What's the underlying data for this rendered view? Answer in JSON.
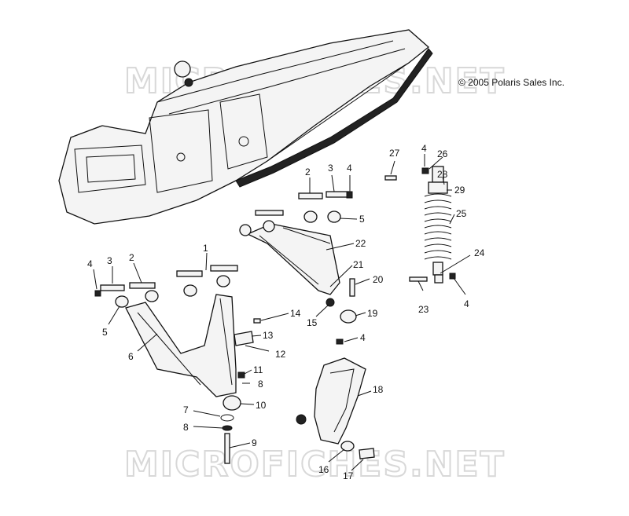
{
  "copyright": "© 2005 Polaris Sales Inc.",
  "watermark": "MICROFICHES.NET",
  "callouts": [
    {
      "id": "c27",
      "label": "27"
    },
    {
      "id": "c4a",
      "label": "4"
    },
    {
      "id": "c26",
      "label": "26"
    },
    {
      "id": "c28",
      "label": "28"
    },
    {
      "id": "c29",
      "label": "29"
    },
    {
      "id": "c25",
      "label": "25"
    },
    {
      "id": "c24",
      "label": "24"
    },
    {
      "id": "c23",
      "label": "23"
    },
    {
      "id": "c4b",
      "label": "4"
    },
    {
      "id": "c2a",
      "label": "2"
    },
    {
      "id": "c3a",
      "label": "3"
    },
    {
      "id": "c4c",
      "label": "4"
    },
    {
      "id": "c5a",
      "label": "5"
    },
    {
      "id": "c22",
      "label": "22"
    },
    {
      "id": "c21",
      "label": "21"
    },
    {
      "id": "c20",
      "label": "20"
    },
    {
      "id": "c19",
      "label": "19"
    },
    {
      "id": "c15",
      "label": "15"
    },
    {
      "id": "c4d",
      "label": "4"
    },
    {
      "id": "c1",
      "label": "1"
    },
    {
      "id": "c4e",
      "label": "4"
    },
    {
      "id": "c3b",
      "label": "3"
    },
    {
      "id": "c2b",
      "label": "2"
    },
    {
      "id": "c5b",
      "label": "5"
    },
    {
      "id": "c6",
      "label": "6"
    },
    {
      "id": "c14",
      "label": "14"
    },
    {
      "id": "c13",
      "label": "13"
    },
    {
      "id": "c12",
      "label": "12"
    },
    {
      "id": "c11",
      "label": "11"
    },
    {
      "id": "c8a",
      "label": "8"
    },
    {
      "id": "c10",
      "label": "10"
    },
    {
      "id": "c7",
      "label": "7"
    },
    {
      "id": "c8b",
      "label": "8"
    },
    {
      "id": "c9",
      "label": "9"
    },
    {
      "id": "c18",
      "label": "18"
    },
    {
      "id": "c16",
      "label": "16"
    },
    {
      "id": "c17",
      "label": "17"
    }
  ]
}
